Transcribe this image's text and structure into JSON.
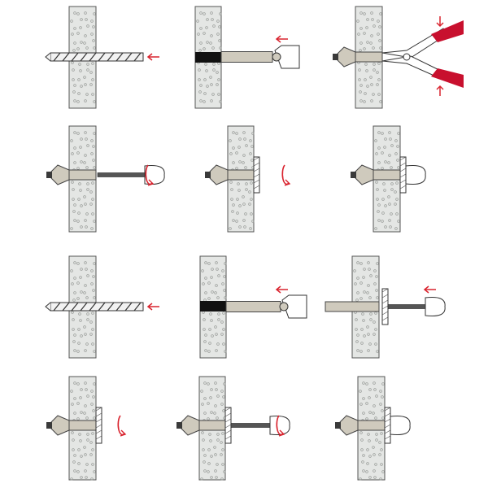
{
  "colors": {
    "wall_fill": "#e4e6e4",
    "wall_stroke": "#555555",
    "wall_dot": "#9a9d9a",
    "anchor_fill": "#cfcabd",
    "metal_dark": "#3a3a3a",
    "arrow_red": "#d9232e",
    "plier_red": "#c8102e"
  },
  "steps": [
    {
      "id": "1",
      "type": "drill"
    },
    {
      "id": "2",
      "type": "insert-anchor-with-tool"
    },
    {
      "id": "3",
      "type": "expand-with-pliers"
    },
    {
      "id": "4",
      "type": "remove-screw"
    },
    {
      "id": "5",
      "type": "attach-fixture"
    },
    {
      "id": "6",
      "type": "tighten"
    },
    {
      "id": "7",
      "type": "drill"
    },
    {
      "id": "8",
      "type": "insert-anchor-with-tool"
    },
    {
      "id": "9",
      "type": "insert-through-fixture"
    },
    {
      "id": "10",
      "type": "tighten-expand"
    },
    {
      "id": "11",
      "type": "screw-in"
    },
    {
      "id": "12",
      "type": "finished"
    }
  ]
}
